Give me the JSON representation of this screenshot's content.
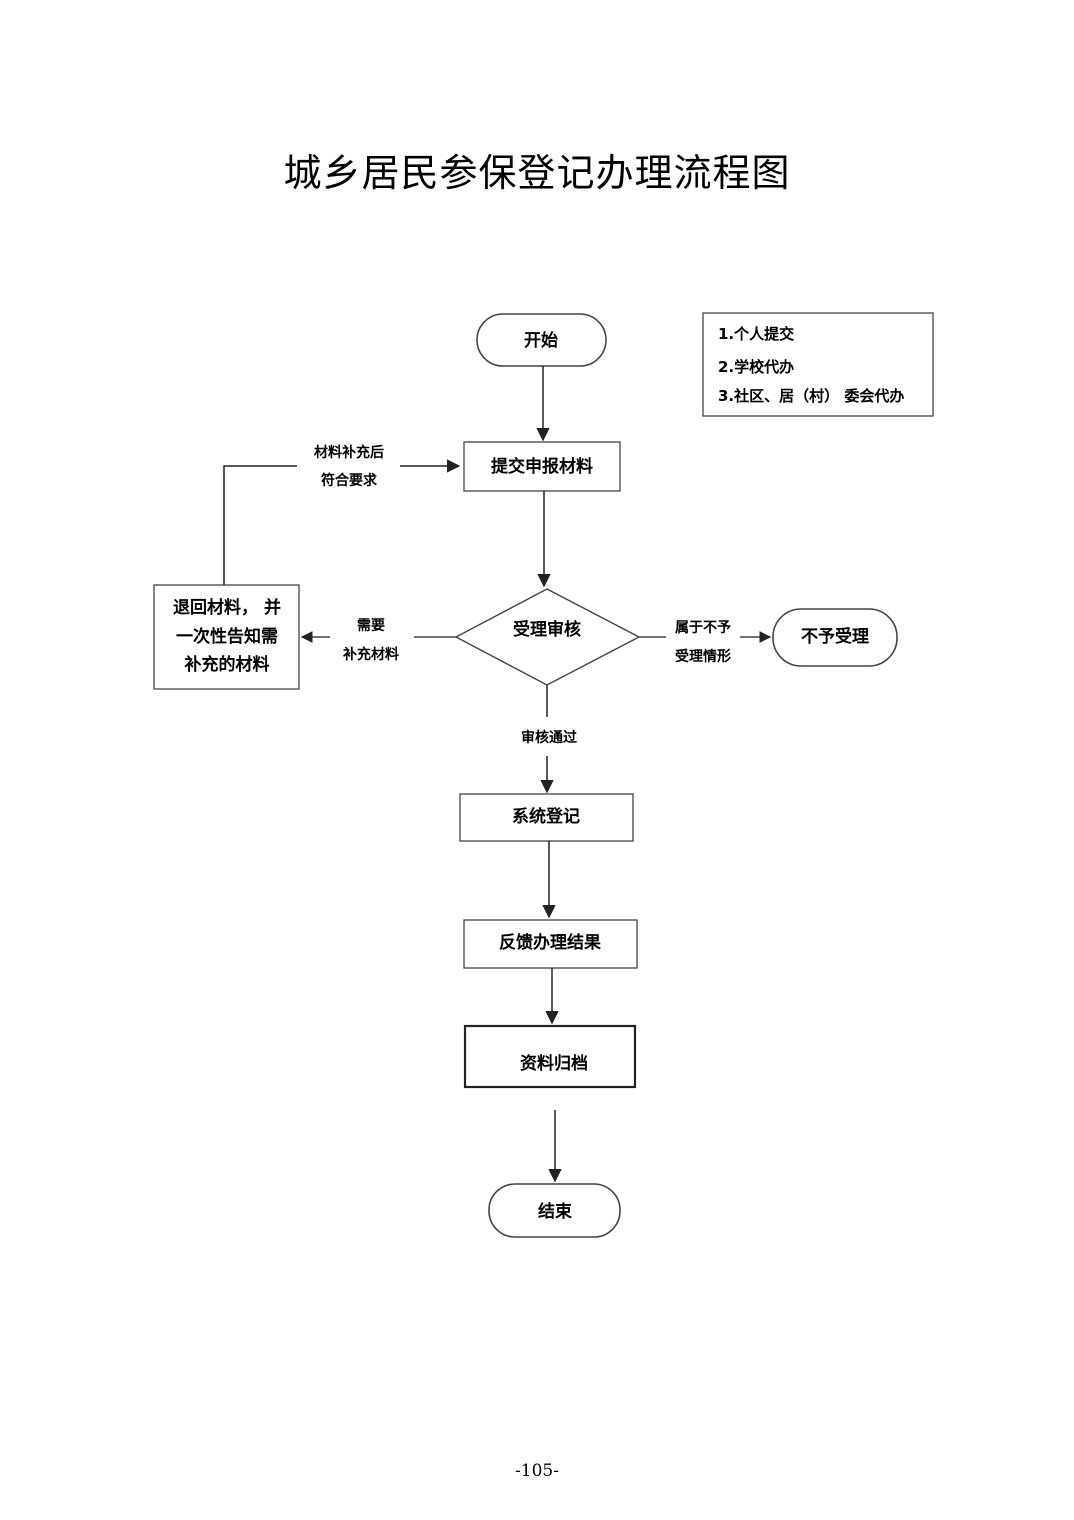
{
  "title": "城乡居民参保登记办理流程图",
  "nodes": {
    "start": "开始",
    "submit": "提交申报材料",
    "review": "受理审核",
    "return_line1": "退回材料， 并",
    "return_line2": "一次性告知需",
    "return_line3": "补充的材料",
    "reject": "不予受理",
    "register": "系统登记",
    "feedback": "反馈办理结果",
    "archive": "资料归档",
    "end": "结束"
  },
  "edges": {
    "resubmit_line1": "材料补充后",
    "resubmit_line2": "符合要求",
    "need_line1": "需要",
    "need_line2": "补充材料",
    "reject_line1": "属于不予",
    "reject_line2": "受理情形",
    "pass": "审核通过"
  },
  "notes": [
    "1.个人提交",
    "2.学校代办",
    "3.社区、居（村） 委会代办"
  ],
  "page_number": "-105-"
}
